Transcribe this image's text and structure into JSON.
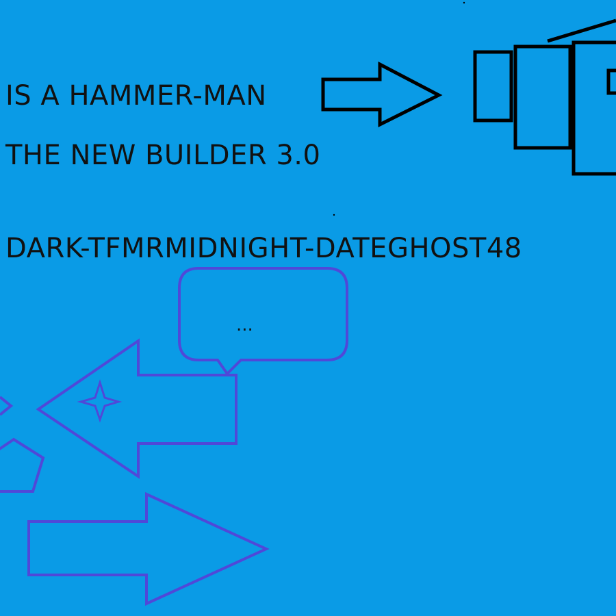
{
  "text": {
    "line1": "IS A HAMMER-MAN",
    "line2": "THE NEW BUILDER 3.0",
    "line3": "DARK-TFMRMIDNIGHT-DATEGHOST48",
    "speech": "..."
  },
  "colors": {
    "background": "#0a9be6",
    "black_stroke": "#000000",
    "purple_stroke": "#5048d8",
    "text": "#111111"
  }
}
